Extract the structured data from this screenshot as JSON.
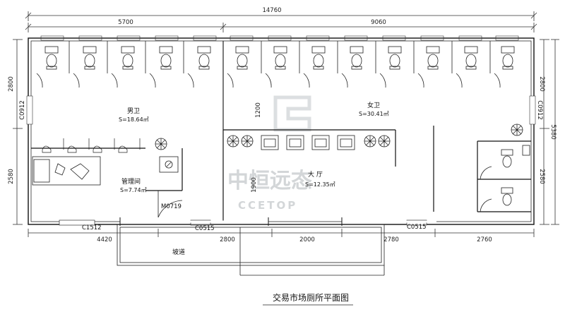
{
  "title": "交易市场厕所平面图",
  "dimensions": {
    "overall": "14760",
    "top_left": "5700",
    "top_right": "9060",
    "left_upper": "2800",
    "left_lower": "2580",
    "right_upper": "2800",
    "right_lower": "2580",
    "right_total": "5380",
    "bottom": [
      "4420",
      "2800",
      "2000",
      "2780",
      "2760"
    ],
    "hall_depth": "1900",
    "women_stall_depth": "1200"
  },
  "rooms": {
    "men": {
      "name": "男卫",
      "area": "S=18.64㎡"
    },
    "women": {
      "name": "女卫",
      "area": "S=30.41㎡"
    },
    "office": {
      "name": "管理间",
      "area": "S=7.74㎡"
    },
    "hall": {
      "name": "大 厅",
      "area": "S=12.35㎡"
    }
  },
  "codes": {
    "window_left": "C0912",
    "window_right": "C0912",
    "window_c1512": "C1512",
    "window_bottom_left": "C0515",
    "window_bottom_right": "C0515",
    "door": "M0719"
  },
  "ramp_label": "坡道",
  "watermark": {
    "cn": "中恒远态",
    "en": "CCETOP"
  },
  "colors": {
    "line": "#222222",
    "watermark": "#d3d6d8"
  }
}
